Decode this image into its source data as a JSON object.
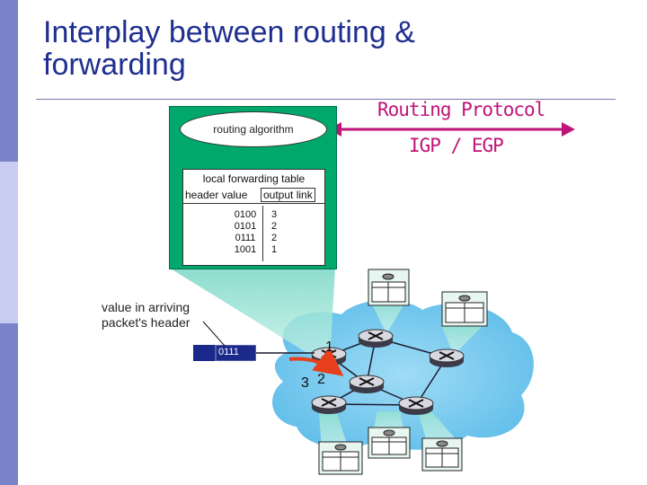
{
  "slide": {
    "title_line1": "Interplay between routing &",
    "title_line2": "forwarding"
  },
  "annotations": {
    "routing_protocol": "Routing Protocol",
    "igp_egp": "IGP / EGP",
    "value_label_line1": "value in arriving",
    "value_label_line2": "packet's header"
  },
  "router": {
    "algorithm_label": "routing algorithm",
    "table_title": "local forwarding table",
    "col_header_value": "header value",
    "col_output_link": "output link",
    "rows": [
      {
        "value": "0100",
        "link": "3"
      },
      {
        "value": "0101",
        "link": "2"
      },
      {
        "value": "0111",
        "link": "2"
      },
      {
        "value": "1001",
        "link": "1"
      }
    ]
  },
  "packet": {
    "header_value": "0111"
  },
  "ports": {
    "p1": "1",
    "p2": "2",
    "p3": "3"
  },
  "colors": {
    "title": "#1f2f8f",
    "accent_magenta": "#c0147a",
    "router_box": "#00a86b",
    "network_cloud": "#6ec6f0",
    "packet_bar": "#1b2a8a",
    "forward_arrow": "#e8401c",
    "side_bar_dark": "#7a82c8",
    "side_bar_light": "#c8ccf0"
  }
}
